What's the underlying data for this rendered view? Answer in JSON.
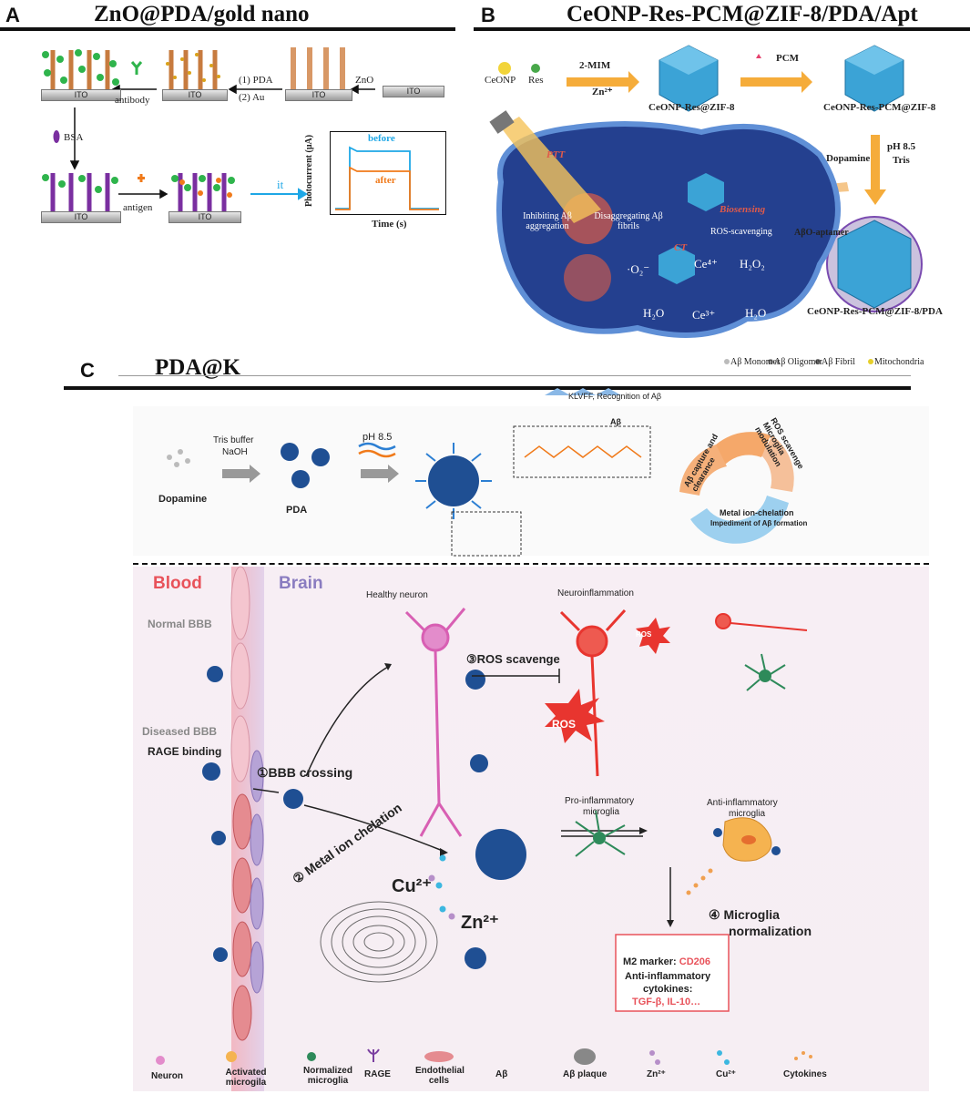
{
  "panel_a": {
    "letter": "A",
    "title": "ZnO@PDA/gold nano",
    "ito": "ITO",
    "label_antibody": "antibody",
    "label_pda": "(1) PDA",
    "label_au": "(2)  Au",
    "label_zno": "ZnO",
    "label_bsa": "BSA",
    "label_antigen": "antigen",
    "label_it": "it",
    "plot": {
      "ylabel": "Photocurrent (μA)",
      "xlabel": "Time (s)",
      "before": "before",
      "after": "after"
    }
  },
  "panel_b": {
    "letter": "B",
    "title": "CeONP-Res-PCM@ZIF-8/PDA/Apt",
    "ceonp": "CeONP",
    "res": "Res",
    "step1_top": "2-MIM",
    "step1_bottom": "Zn²⁺",
    "product1": "CeONP-Res@ZIF-8",
    "pcm": "PCM",
    "product2": "CeONP-Res-PCM@ZIF-8",
    "dopamine": "Dopamine",
    "ph": "pH 8.5",
    "tris": "Tris",
    "product3": "CeONP-Res-PCM@ZIF-8/PDA",
    "aptamer": "AβO-aptamer",
    "biosensing": "Biosensing",
    "ros_scavenging": "ROS-scavenging",
    "inhibiting": "Inhibiting Aβ aggregation",
    "disaggregating": "Disaggregating Aβ fibrils",
    "ptt": "PTT",
    "ct": "CT",
    "o2": "·O₂⁻",
    "ce4": "Ce⁴⁺",
    "ce3": "Ce³⁺",
    "h2o2": "H₂O₂",
    "h2o_left": "H₂O",
    "h2o_right": "H₂O",
    "legend": [
      "Aβ Monomer",
      "Aβ Oligomer",
      "Aβ Fibril",
      "Mitochondria"
    ]
  },
  "panel_c": {
    "letter": "C",
    "title": "PDA@K",
    "dopamine": "Dopamine",
    "tris": "Tris buffer",
    "naoh": "NaOH",
    "pda": "PDA",
    "ph": "pH 8.5",
    "klvff": "KLVFF, Recognition of Aβ",
    "abeta": "Aβ",
    "cycle": [
      "Aβ capture and clearance",
      "ROS scavenge Microglia modulation",
      "Metal ion-chelation",
      "Impediment of Aβ formation"
    ],
    "blood": "Blood",
    "brain": "Brain",
    "normal_bbb": "Normal BBB",
    "diseased_bbb": "Diseased BBB",
    "rage_binding": "RAGE binding",
    "healthy_neuron": "Healthy neuron",
    "neuroinflammation": "Neuroinflammation",
    "ros_scavenge": "③ROS scavenge",
    "ros": "ROS",
    "bbb_crossing": "①BBB crossing",
    "metal_chelation": "② Metal ion chelation",
    "cu": "Cu²⁺",
    "zn": "Zn²⁺",
    "pro": "Pro-inflammatory",
    "pro2": "microglia",
    "anti": "Anti-inflammatory",
    "anti2": "microglia",
    "micro_norm1": "④ Microglia",
    "micro_norm2": "normalization",
    "m2_marker": "M2 marker:",
    "cd206": "CD206",
    "anti_cyt1": "Anti-inflammatory",
    "anti_cyt2": "cytokines:",
    "tgf": "TGF-β, IL-10…",
    "legend": [
      "Neuron",
      "Activated microgila",
      "Normalized microglia",
      "RAGE",
      "Endothelial cells",
      "Aβ",
      "Aβ plaque",
      "Zn²⁺",
      "Cu²⁺",
      "Cytokines"
    ]
  },
  "colors": {
    "before": "#1ea7e6",
    "after": "#f07a1a",
    "blood": "#e8525a",
    "brain": "#8a7cc0",
    "nano": "#1f4f93",
    "cd206": "#e8525a"
  }
}
